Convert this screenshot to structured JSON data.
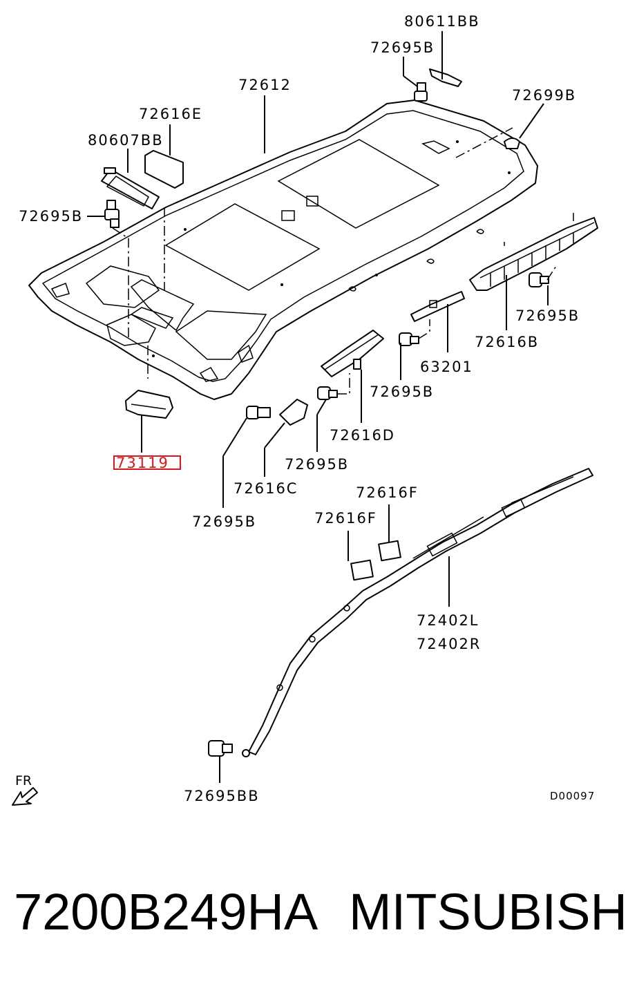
{
  "diagram": {
    "callouts": {
      "c_80611BB": "80611BB",
      "c_72695B_top": "72695B",
      "c_72612": "72612",
      "c_72699B": "72699B",
      "c_72616E": "72616E",
      "c_80607BB": "80607BB",
      "c_72695B_left": "72695B",
      "c_72695B_right": "72695B",
      "c_72616B": "72616B",
      "c_63201": "63201",
      "c_72695B_mid": "72695B",
      "c_72616D": "72616D",
      "c_72695B_low": "72695B",
      "c_72616C": "72616C",
      "c_72695B_bottom": "72695B",
      "c_73119": "73119",
      "c_72616F_a": "72616F",
      "c_72616F_b": "72616F",
      "c_72402L": "72402L",
      "c_72402R": "72402R",
      "c_72695BB": "72695BB"
    },
    "highlight_color": "#d7191c",
    "front_indicator": "FR",
    "drawing_code": "D00097"
  },
  "footer": {
    "part_number": "7200B249HA",
    "brand": "MITSUBISHI"
  }
}
